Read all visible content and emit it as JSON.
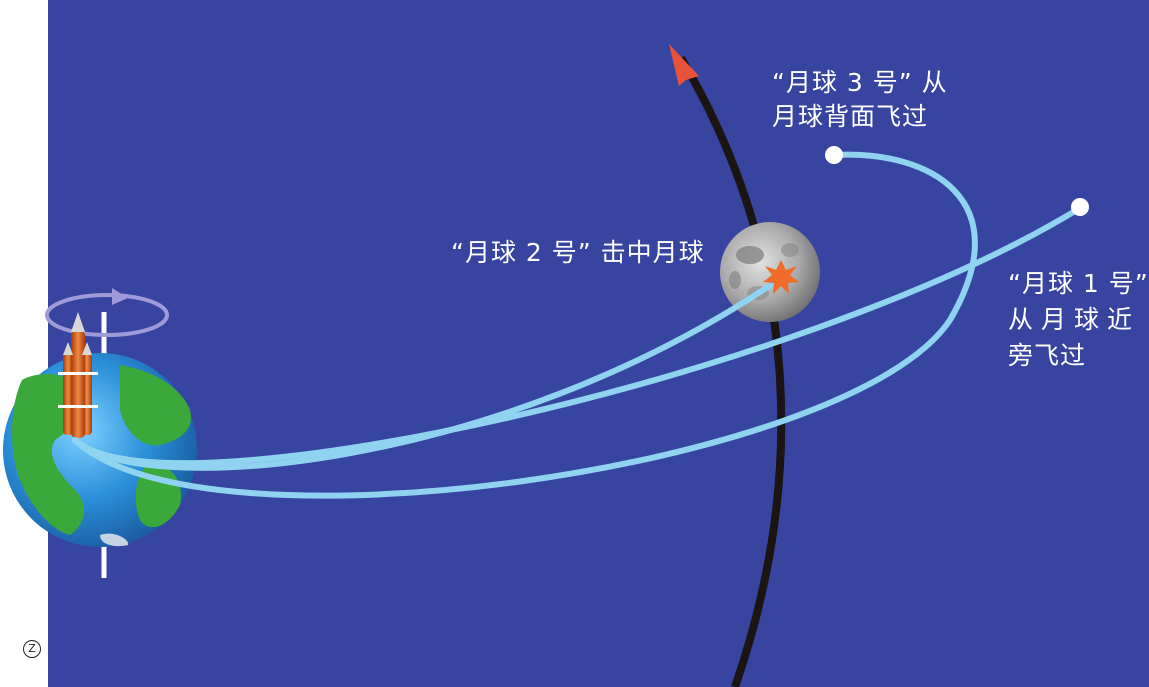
{
  "labels": {
    "luna3_line1": "“月球 3 号” 从",
    "luna3_line2": "月球背面飞过",
    "luna2": "“月球 2 号” 击中月球",
    "luna1_line1": "“月球 1 号”",
    "luna1_line2": "从月球近",
    "luna1_line3": "旁飞过"
  },
  "corner_mark": "Z",
  "colors": {
    "background": "#3745a1",
    "trajectory": "#8fd3f0",
    "moon_orbit": "#1a1412",
    "orbit_arrow": "#e8523a",
    "impact": "#f06a2a",
    "ocean": "#2a8fd8",
    "land": "#3aa83a"
  },
  "icons": [
    "earth-icon",
    "rocket-icon",
    "rotation-arrow-icon",
    "moon-icon",
    "impact-burst-icon"
  ]
}
